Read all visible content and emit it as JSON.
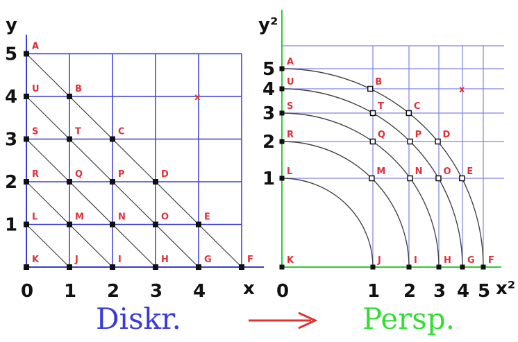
{
  "colors": {
    "grid_left": "#3a3ad8",
    "grid_right": "#8080e8",
    "axes_right": "#2ecc2e",
    "curve": "#444444",
    "point": "#111111",
    "label": "#e0303a",
    "caption_left": "#3a3ad8",
    "caption_right": "#33dd33",
    "arrow": "#dd3333"
  },
  "left_diagram": {
    "y_axis_label": "y",
    "x_axis_label": "x",
    "x_ticks": [
      "0",
      "1",
      "2",
      "3",
      "4"
    ],
    "y_ticks": [
      "1",
      "2",
      "3",
      "4",
      "5"
    ],
    "points": [
      {
        "label": "A",
        "x": 0,
        "y": 5
      },
      {
        "label": "U",
        "x": 0,
        "y": 4
      },
      {
        "label": "B",
        "x": 1,
        "y": 4
      },
      {
        "label": "S",
        "x": 0,
        "y": 3
      },
      {
        "label": "T",
        "x": 1,
        "y": 3
      },
      {
        "label": "C",
        "x": 2,
        "y": 3
      },
      {
        "label": "R",
        "x": 0,
        "y": 2
      },
      {
        "label": "Q",
        "x": 1,
        "y": 2
      },
      {
        "label": "P",
        "x": 2,
        "y": 2
      },
      {
        "label": "D",
        "x": 3,
        "y": 2
      },
      {
        "label": "L",
        "x": 0,
        "y": 1
      },
      {
        "label": "M",
        "x": 1,
        "y": 1
      },
      {
        "label": "N",
        "x": 2,
        "y": 1
      },
      {
        "label": "O",
        "x": 3,
        "y": 1
      },
      {
        "label": "E",
        "x": 4,
        "y": 1
      },
      {
        "label": "K",
        "x": 0,
        "y": 0
      },
      {
        "label": "J",
        "x": 1,
        "y": 0
      },
      {
        "label": "I",
        "x": 2,
        "y": 0
      },
      {
        "label": "H",
        "x": 3,
        "y": 0
      },
      {
        "label": "G",
        "x": 4,
        "y": 0
      },
      {
        "label": "F",
        "x": 5,
        "y": 0
      }
    ],
    "marker": {
      "label": "x",
      "x": 4,
      "y": 4
    }
  },
  "right_diagram": {
    "y_axis_label": "y²",
    "x_axis_label": "x²",
    "x_ticks": [
      "0",
      "1",
      "2",
      "3",
      "4",
      "5"
    ],
    "y_ticks": [
      "1",
      "2",
      "3",
      "4",
      "5"
    ],
    "marker": {
      "label": "x"
    }
  },
  "caption": {
    "left": "Diskr.",
    "right": "Persp."
  }
}
